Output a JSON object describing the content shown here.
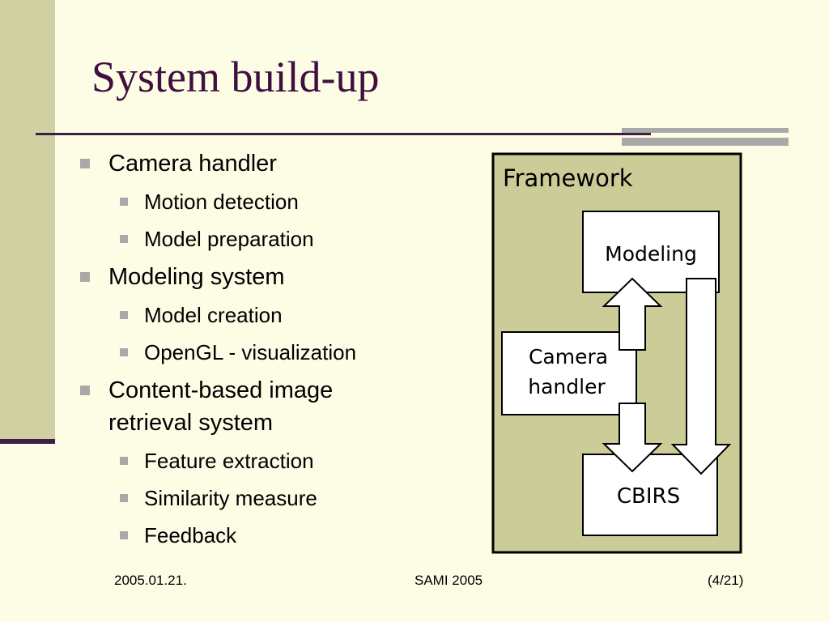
{
  "slide": {
    "title": "System build-up",
    "bullets": [
      {
        "level": 1,
        "text": "Camera handler"
      },
      {
        "level": 2,
        "text": "Motion detection"
      },
      {
        "level": 2,
        "text": "Model preparation"
      },
      {
        "level": 1,
        "text": "Modeling system"
      },
      {
        "level": 2,
        "text": "Model creation"
      },
      {
        "level": 2,
        "text": "OpenGL - visualization"
      },
      {
        "level": 1,
        "text": "Content-based image retrieval system"
      },
      {
        "level": 2,
        "text": "Feature extraction"
      },
      {
        "level": 2,
        "text": "Similarity measure"
      },
      {
        "level": 2,
        "text": "Feedback"
      }
    ]
  },
  "diagram": {
    "frame_label": "Framework",
    "modeling_label": "Modeling",
    "camera_label_line1": "Camera",
    "camera_label_line2": "handler",
    "cbirs_label": "CBIRS",
    "connections": [
      {
        "from": "Camera handler",
        "to": "Modeling"
      },
      {
        "from": "Camera handler",
        "to": "CBIRS"
      },
      {
        "from": "Modeling",
        "to": "CBIRS"
      }
    ]
  },
  "footer": {
    "date": "2005.01.21.",
    "center": "SAMI 2005",
    "page": "(4/21)"
  },
  "colors": {
    "background": "#FDFDE6",
    "band": "#D1D0A2",
    "accent": "#3D1F45",
    "title": "#3F0F3F",
    "bullet_marker": "#A9A9A9",
    "diagram_fill": "#CCCC99"
  }
}
